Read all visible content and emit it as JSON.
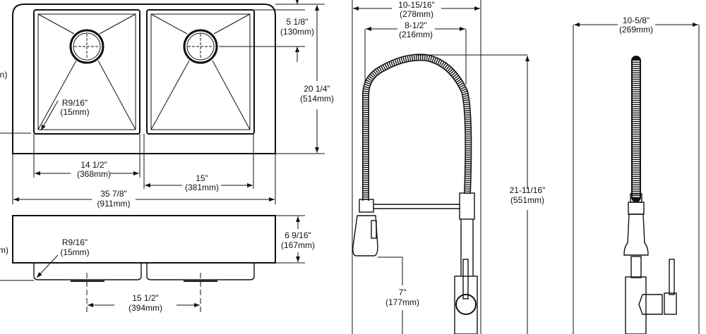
{
  "sink_top_view": {
    "drain_setback": {
      "imperial": "5 1/8\"",
      "metric": "(130mm)"
    },
    "depth": {
      "imperial": "20 1/4\"",
      "metric": "(514mm)"
    },
    "corner_radius": {
      "imperial": "R9/16\"",
      "metric": "(15mm)"
    },
    "left_bowl_width": {
      "imperial": "14 1/2\"",
      "metric": "(368mm)"
    },
    "right_bowl_width": {
      "imperial": "15\"",
      "metric": "(381mm)"
    },
    "overall_width": {
      "imperial": "35 7/8\"",
      "metric": "(911mm)"
    },
    "cropped_left_label": "n)"
  },
  "sink_front_view": {
    "apron_height": {
      "imperial": "6 9/16\"",
      "metric": "(167mm)"
    },
    "corner_radius": {
      "imperial": "R9/16\"",
      "metric": "(15mm)"
    },
    "drain_spacing": {
      "imperial": "15 1/2\"",
      "metric": "(394mm)"
    },
    "cropped_left_label": "m)"
  },
  "faucet_front_view": {
    "overall_reach": {
      "imperial": "10-15/16\"",
      "metric": "(278mm)"
    },
    "spout_reach": {
      "imperial": "8-1/2\"",
      "metric": "(216mm)"
    },
    "overall_height": {
      "imperial": "21-11/16\"",
      "metric": "(551mm)"
    },
    "spout_height": {
      "imperial": "7\"",
      "metric": "(177mm)"
    }
  },
  "faucet_side_view": {
    "overall_depth": {
      "imperial": "10-5/8\"",
      "metric": "(269mm)"
    }
  }
}
